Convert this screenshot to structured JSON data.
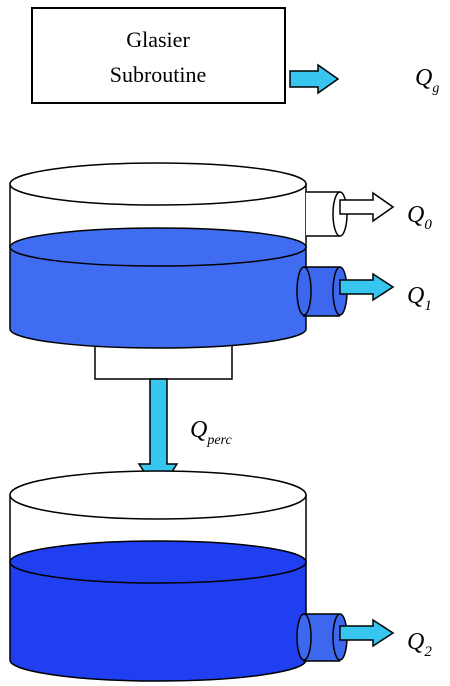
{
  "box": {
    "line1": "Glasier",
    "line2": "Subroutine"
  },
  "labels": {
    "qg": {
      "main": "Q",
      "sub": "g"
    },
    "q0": {
      "main": "Q",
      "sub": "0"
    },
    "q1": {
      "main": "Q",
      "sub": "1"
    },
    "qperc": {
      "main": "Q",
      "sub": "perc"
    },
    "q2": {
      "main": "Q",
      "sub": "2"
    }
  },
  "colors": {
    "upper_water": "#3f6cf0",
    "lower_water": "#1f3ff0",
    "outlet_blue": "#3d68ee",
    "arrow_cyan": "#36c6f0",
    "outline": "#000000",
    "white": "#ffffff"
  }
}
